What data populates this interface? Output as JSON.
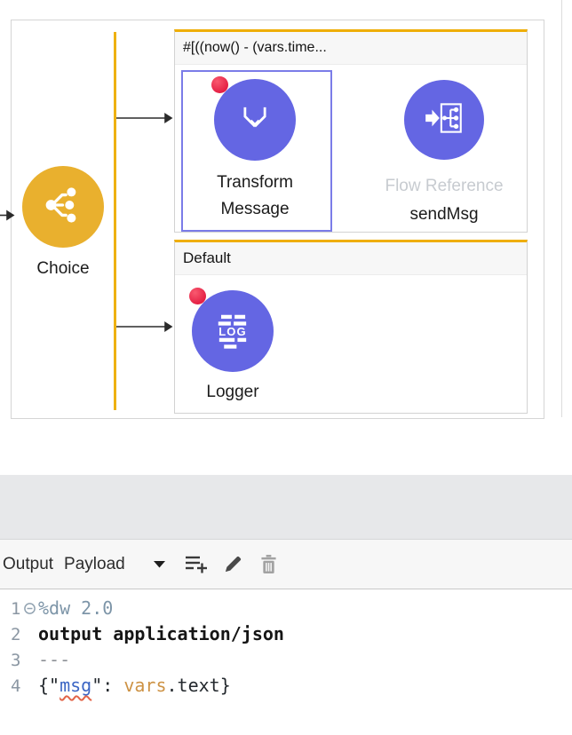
{
  "flow": {
    "choice": {
      "label": "Choice"
    },
    "branch_when": {
      "condition": "#[((now() - (vars.time...",
      "transform_message": {
        "label_line1": "Transform",
        "label_line2": "Message"
      },
      "flow_reference": {
        "type_label": "Flow Reference",
        "name": "sendMsg"
      }
    },
    "branch_default": {
      "condition": "Default",
      "logger": {
        "label": "Logger"
      }
    }
  },
  "dw_toolbar": {
    "output_label": "Output",
    "payload_label": "Payload",
    "icons": [
      "dropdown-caret",
      "add-transformation",
      "edit",
      "delete"
    ]
  },
  "code": {
    "line1": {
      "num": "1",
      "text": "%dw 2.0"
    },
    "line2": {
      "num": "2",
      "text": "output application/json"
    },
    "line3": {
      "num": "3",
      "text": "---"
    },
    "line4": {
      "num": "4",
      "t1": "{\"",
      "t2": "msg",
      "t3": "\": ",
      "t4": "vars",
      "t5": ".text}"
    }
  },
  "colors": {
    "node_purple": "#6466e3",
    "choice_gold": "#e9b02e",
    "rail_gold": "#eeb111",
    "branch_border_gold": "#efae06",
    "selection_blue": "#7b7ce8",
    "error_badge_red": "#e41f44",
    "flow_ref_type_gray": "#c7cbd0"
  }
}
